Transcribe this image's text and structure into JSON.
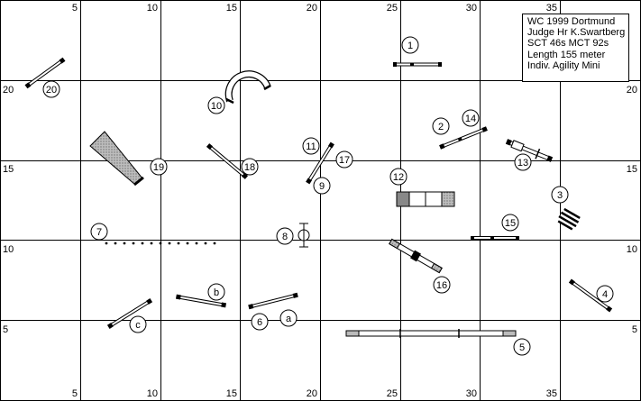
{
  "info": [
    "WC 1999 Dortmund",
    "Judge Hr K.Swartberg",
    "SCT 46s MCT 92s",
    "Length 155 meter",
    "Indiv. Agility Mini"
  ],
  "axis": {
    "top": [
      "5",
      "10",
      "15",
      "20",
      "25",
      "30",
      "35"
    ],
    "bottom": [
      "5",
      "10",
      "15",
      "20",
      "25",
      "30",
      "35"
    ],
    "left": [
      "20",
      "15",
      "10",
      "5"
    ],
    "right": [
      "20",
      "15",
      "10",
      "5"
    ]
  },
  "obstacles": [
    {
      "id": "1",
      "type": "jump"
    },
    {
      "id": "2",
      "type": "jump"
    },
    {
      "id": "3",
      "type": "tire"
    },
    {
      "id": "4",
      "type": "jump"
    },
    {
      "id": "5",
      "type": "dogwalk"
    },
    {
      "id": "6",
      "type": "jump"
    },
    {
      "id": "a",
      "type": "jump"
    },
    {
      "id": "7",
      "type": "weave"
    },
    {
      "id": "8",
      "type": "table"
    },
    {
      "id": "9",
      "type": "jump"
    },
    {
      "id": "10",
      "type": "tunnel"
    },
    {
      "id": "11",
      "type": "jump"
    },
    {
      "id": "12",
      "type": "wall"
    },
    {
      "id": "13",
      "type": "jump"
    },
    {
      "id": "14",
      "type": "jump"
    },
    {
      "id": "15",
      "type": "jump"
    },
    {
      "id": "16",
      "type": "seesaw"
    },
    {
      "id": "17",
      "type": "jump"
    },
    {
      "id": "18",
      "type": "jump"
    },
    {
      "id": "19",
      "type": "chute"
    },
    {
      "id": "20",
      "type": "jump"
    },
    {
      "id": "b",
      "type": "jump"
    },
    {
      "id": "c",
      "type": "jump"
    }
  ]
}
